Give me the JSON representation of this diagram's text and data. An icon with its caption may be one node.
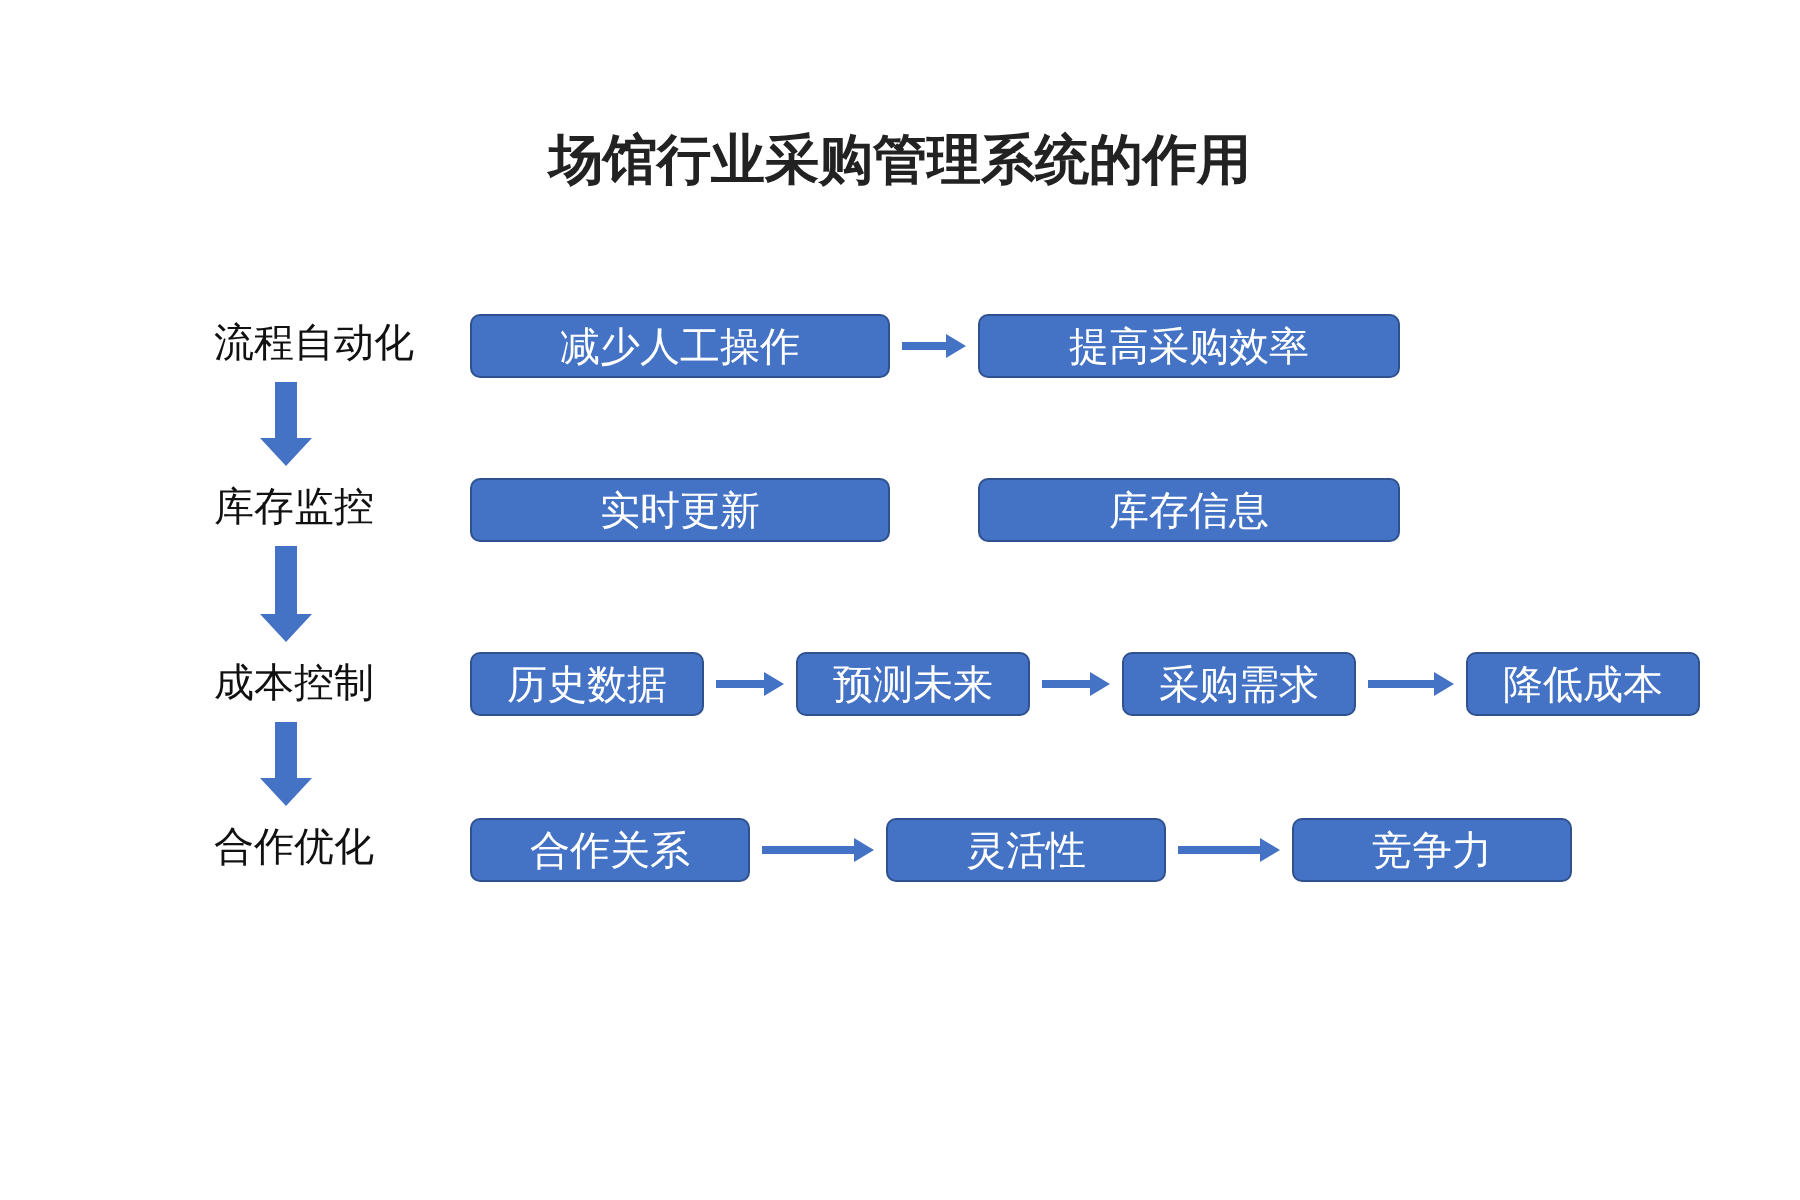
{
  "diagram": {
    "title": "场馆行业采购管理系统的作用",
    "nodes": [
      {
        "text": [
          "流程自动化"
        ]
      },
      {
        "text": [
          "减少人工操作"
        ]
      },
      {
        "text": [
          "提高采购效率"
        ]
      },
      {
        "text": [
          "库存监控"
        ]
      },
      {
        "text": [
          "实时更新"
        ]
      },
      {
        "text": [
          "库存信息"
        ]
      },
      {
        "text": [
          "成本控制"
        ]
      },
      {
        "text": [
          "历史数据"
        ]
      },
      {
        "text": [
          "预测未来"
        ]
      },
      {
        "text": [
          "采购需求"
        ]
      },
      {
        "text": [
          "降低成本"
        ]
      },
      {
        "text": [
          "合作优化"
        ]
      },
      {
        "text": [
          "合作关系"
        ]
      },
      {
        "text": [
          "灵活性"
        ]
      },
      {
        "text": [
          "竞争力"
        ]
      }
    ],
    "edges": [
      {
        "from": 1,
        "to": 2,
        "arrow": "to"
      },
      {
        "from": 0,
        "to": 3,
        "arrow": "to",
        "style": "thick"
      },
      {
        "from": 3,
        "to": 6,
        "arrow": "to",
        "style": "thick"
      },
      {
        "from": 6,
        "to": 11,
        "arrow": "to",
        "style": "thick"
      },
      {
        "from": 7,
        "to": 8,
        "arrow": "to"
      },
      {
        "from": 8,
        "to": 9,
        "arrow": "to"
      },
      {
        "from": 9,
        "to": 10,
        "arrow": "to"
      },
      {
        "from": 12,
        "to": 13,
        "arrow": "to"
      },
      {
        "from": 13,
        "to": 14,
        "arrow": "to"
      }
    ]
  }
}
